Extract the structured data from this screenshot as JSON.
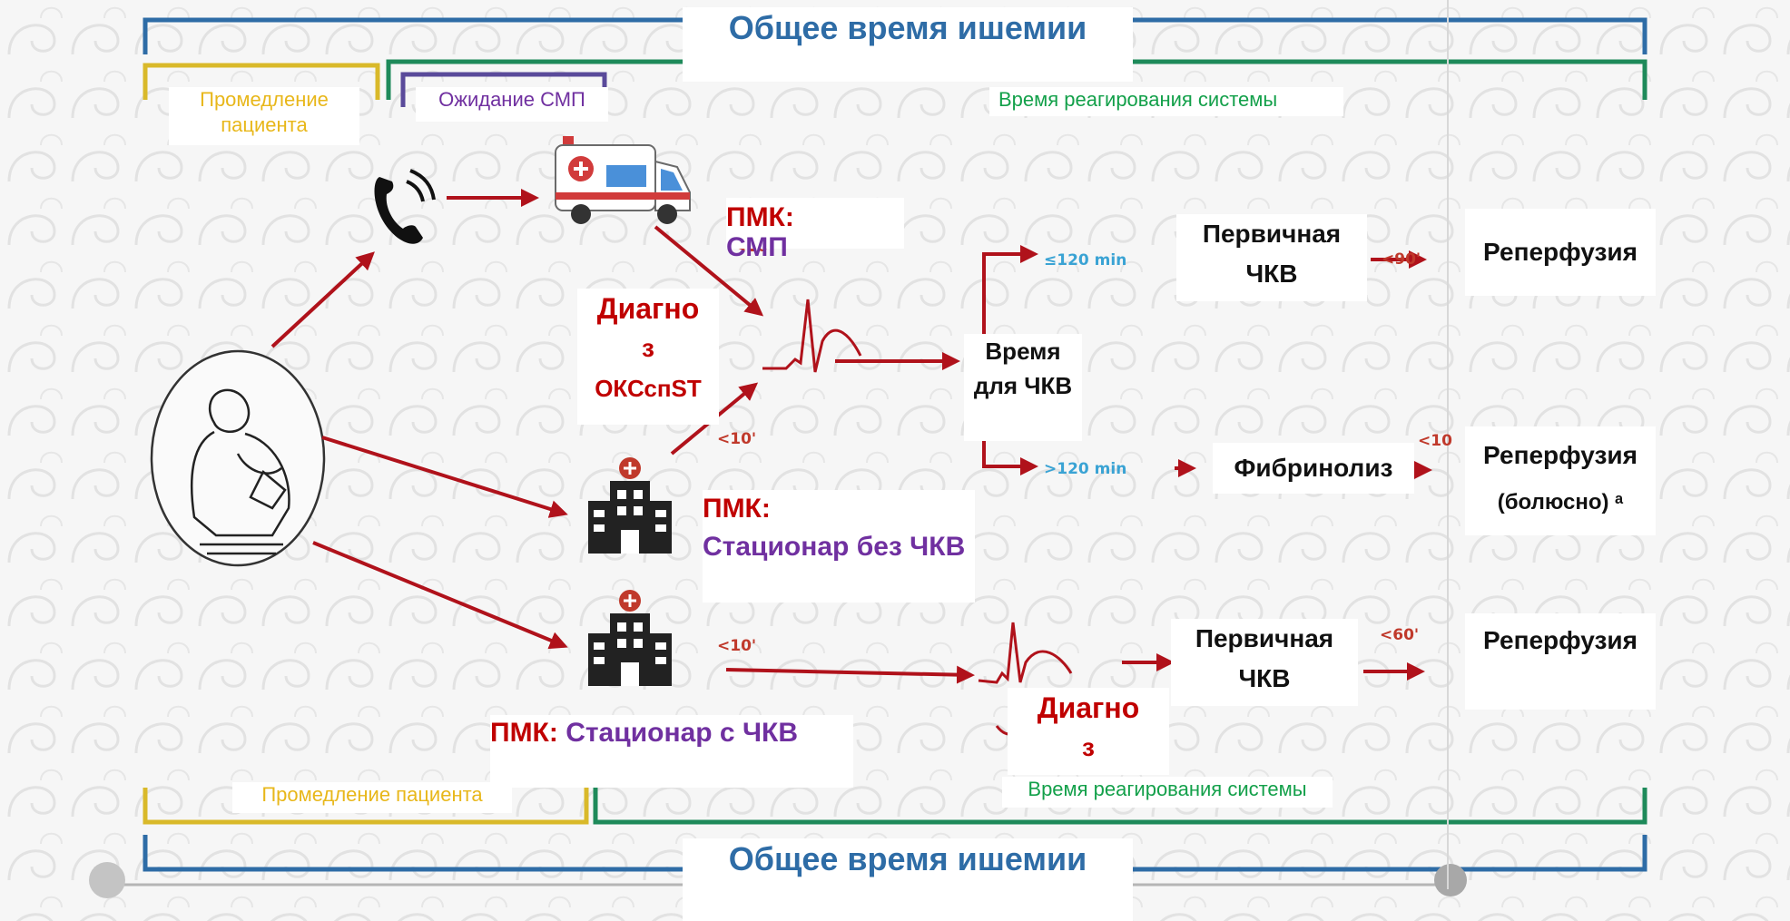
{
  "title_top": "Общее время ишемии",
  "title_bottom": "Общее время ишемии",
  "phases": {
    "patient_delay_top": "Промедление пациента",
    "ems_wait": "Ожидание СМП",
    "system_response_top": "Время реагирования системы",
    "patient_delay_bottom": "Промедление пациента",
    "system_response_bottom": "Время реагирования системы"
  },
  "fmc": {
    "prefix": "ПМК:",
    "ems": "СМП",
    "non_pci_hospital": "Стационар без ЧКВ",
    "pci_hospital": "Стационар с ЧКВ"
  },
  "diagnosis_top": {
    "line1": "Диагно",
    "line2": "з",
    "line3": "ОКСспST"
  },
  "diagnosis_bottom": {
    "line1": "Диагно",
    "line2": "з"
  },
  "time_for_pci": "Время для ЧКВ",
  "primary_pci_top": "Первичная ЧКВ",
  "primary_pci_bottom": "Первичная ЧКВ",
  "fibrinolysis": "Фибринолиз",
  "reperfusion_top": "Реперфузия",
  "reperfusion_mid_line1": "Реперфузия",
  "reperfusion_mid_line2": "(болюсно) ᵃ",
  "reperfusion_bottom": "Реперфузия",
  "arrow_labels": {
    "ems_to_ecg": "<10'",
    "hospital_to_ecg": "<10'",
    "pci_hospital_to_ecg": "<10'",
    "le120": "≤120 min",
    "gt120": ">120 min",
    "pci_90": "<90'",
    "lysis_10": "<10",
    "pci_60": "<60'"
  },
  "colors": {
    "arrow": "#b0121b",
    "blue_bracket": "#2e6ca6",
    "yellow_bracket": "#d9b92a",
    "green_bracket": "#1e8a5a",
    "purple_bracket": "#5a4a9a"
  }
}
